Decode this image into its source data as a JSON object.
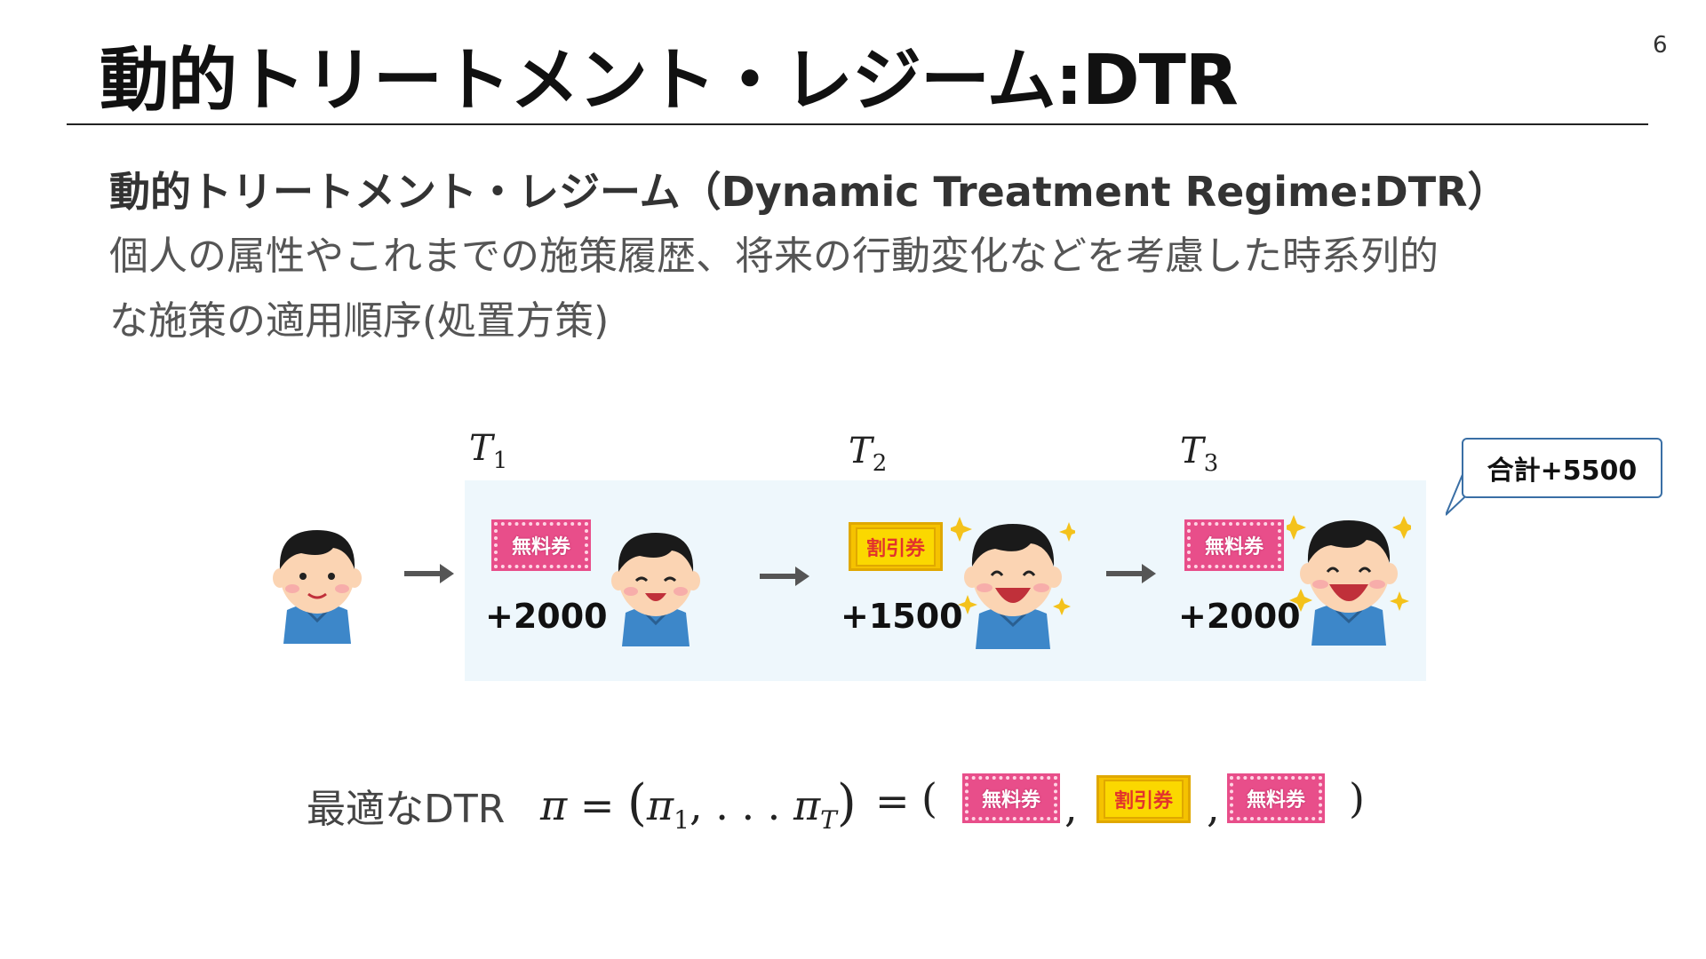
{
  "slide": {
    "title": "動的トリートメント・レジーム:DTR",
    "page_number": "6"
  },
  "content": {
    "heading": "動的トリートメント・レジーム（Dynamic Treatment Regime:DTR）",
    "body_line1": "個人の属性やこれまでの施策履歴、将来の行動変化などを考慮した時系列的",
    "body_line2": "な施策の適用順序(処置方策)"
  },
  "diagram": {
    "steps": [
      {
        "time_label": "T",
        "time_sub": "1",
        "coupon": "無料券",
        "coupon_type": "free",
        "delta": "+2000"
      },
      {
        "time_label": "T",
        "time_sub": "2",
        "coupon": "割引券",
        "coupon_type": "discount",
        "delta": "+1500"
      },
      {
        "time_label": "T",
        "time_sub": "3",
        "coupon": "無料券",
        "coupon_type": "free",
        "delta": "+2000"
      }
    ],
    "total_callout": "合計+5500"
  },
  "formula": {
    "label": "最適なDTR",
    "pi": "π",
    "equals": "=",
    "open_paren": "(",
    "pi_1": "π",
    "sub_1": "1",
    "dots": ", . . . ",
    "pi_T": "π",
    "sub_T": "T",
    "close_paren": ")",
    "equals2": "=",
    "open_paren2": "(",
    "coupons": [
      "無料券",
      "割引券",
      "無料券"
    ],
    "comma": ",",
    "close_paren2": ")"
  },
  "colors": {
    "panel_bg": "#eef7fc",
    "free_coupon": "#e84e8a",
    "discount_coupon": "#f5c200",
    "shirt": "#3d87c9",
    "sparkle": "#f4c21b"
  }
}
